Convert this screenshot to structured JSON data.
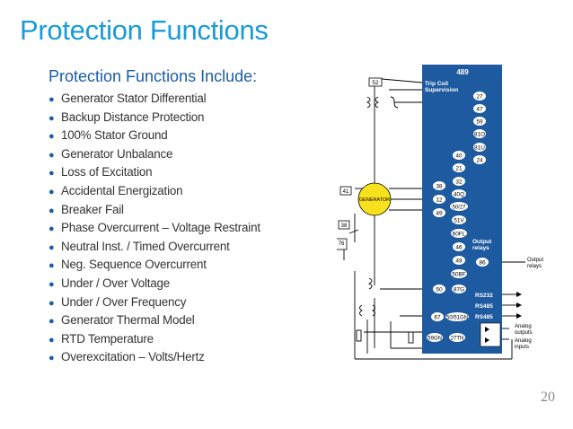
{
  "slide": {
    "title": "Protection Functions",
    "subtitle": "Protection Functions Include:",
    "page_number": "20"
  },
  "bullets": [
    "Generator Stator Differential",
    "Backup Distance Protection",
    "100% Stator Ground",
    "Generator Unbalance",
    "Loss of Excitation",
    "Accidental Energization",
    "Breaker Fail",
    "Phase Overcurrent – Voltage Restraint",
    "Neutral Inst. / Timed Overcurrent",
    "Neg. Sequence Overcurrent",
    "Under / Over Voltage",
    "Under / Over Frequency",
    "Generator Thermal Model",
    "RTD Temperature",
    "Overexcitation – Volts/Hertz"
  ],
  "diagram": {
    "relay_model": "489",
    "trip_coil_line1": "Trip Coil",
    "trip_coil_line2": "Supervision",
    "breaker_label": "52",
    "generator_label": "GENERATOR",
    "element_41": "41",
    "element_38": "38",
    "element_76": "76",
    "right_column": [
      "27",
      "47",
      "59",
      "81O",
      "81U"
    ],
    "mid_pair_left": "40",
    "mid_pair_right": "24",
    "mid_column": [
      "21",
      "32",
      "40Q",
      "50/27",
      "51V",
      "60FL",
      "46",
      "49",
      "50BF",
      "87G"
    ],
    "left_column": [
      "38",
      "12",
      "49"
    ],
    "left_87g": "50",
    "box_86": "86",
    "output_relays_line1": "Output",
    "output_relays_line2": "relays",
    "external_output_line1": "Output",
    "external_output_line2": "relays",
    "rs232": "RS232",
    "rs485_a": "RS485",
    "rs485_b": "RS485",
    "e_67": "67",
    "e_5051gn": "50/51GN",
    "e_59gn": "59GN",
    "e_27th": "27TN",
    "analog_out_line1": "Analog",
    "analog_out_line2": "outputs",
    "analog_in_line1": "Analog",
    "analog_in_line2": "inputs"
  }
}
